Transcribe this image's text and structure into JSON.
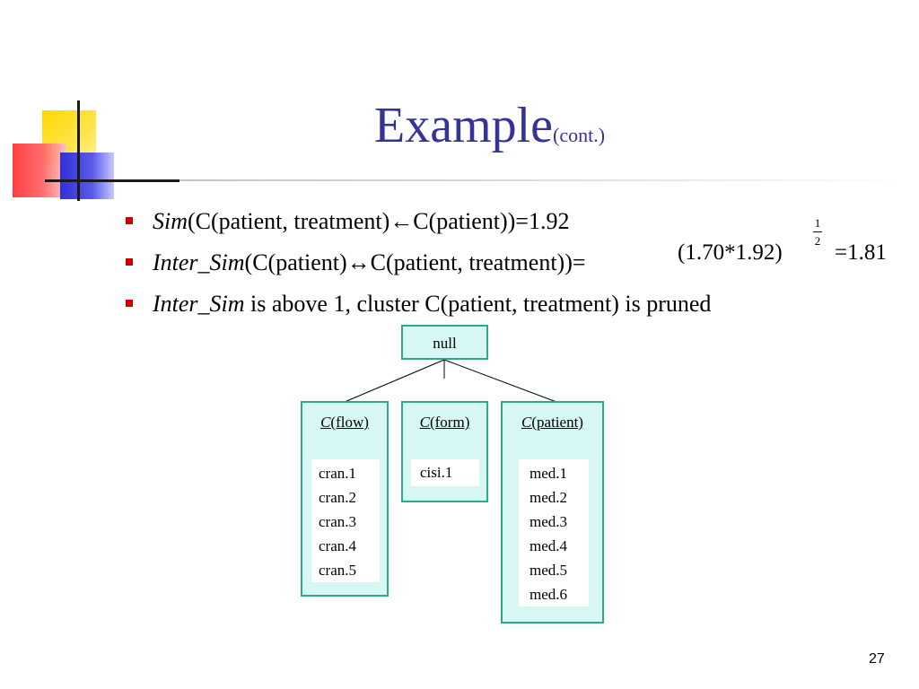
{
  "slide": {
    "title": "Example",
    "title_sub": "(cont.)",
    "page_number": "27"
  },
  "bullets": [
    {
      "italic": "Sim",
      "rest": "(C(patient, treatment)←C(patient))=1.92"
    },
    {
      "italic": "Inter_Sim",
      "rest": "(C(patient)↔C(patient, treatment))="
    },
    {
      "italic": "Inter_Sim",
      "rest": " is above 1, cluster C(patient, treatment) is pruned"
    }
  ],
  "formula": {
    "base": "(1.70*1.92)",
    "exp_num": "1",
    "exp_den": "2",
    "result": "=1.81"
  },
  "tree": {
    "root": "null",
    "clusters": [
      {
        "prefix": "C",
        "name": "(flow)",
        "items": [
          "cran.1",
          "cran.2",
          "cran.3",
          "cran.4",
          "cran.5"
        ]
      },
      {
        "prefix": "C",
        "name": "(form)",
        "items": [
          "cisi.1"
        ]
      },
      {
        "prefix": "C",
        "name": "(patient)",
        "items": [
          "med.1",
          "med.2",
          "med.3",
          "med.4",
          "med.5",
          "med.6"
        ]
      }
    ]
  },
  "colors": {
    "title": "#333399",
    "bullet": "#cc0000",
    "box_fill": "#d6f7f4",
    "box_border": "#2fa88a"
  }
}
